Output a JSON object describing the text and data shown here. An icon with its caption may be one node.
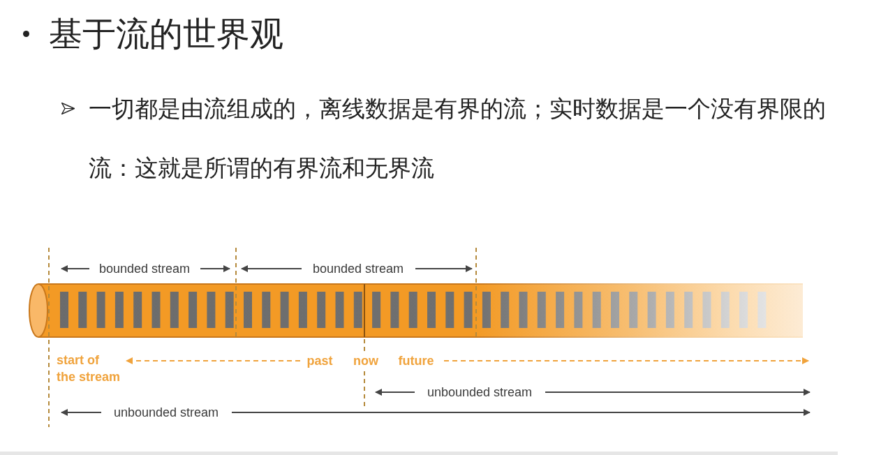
{
  "diagram": {
    "title": "基于流的世界观",
    "labels": [
      "一切都是由流组成的，离线数据是有界的流；实时数据是一个没有界限的流：这就是所谓的有界流和无界流",
      "bounded stream",
      "bounded stream",
      "start of the stream",
      "past",
      "now",
      "future",
      "unbounded stream",
      "unbounded stream"
    ]
  }
}
